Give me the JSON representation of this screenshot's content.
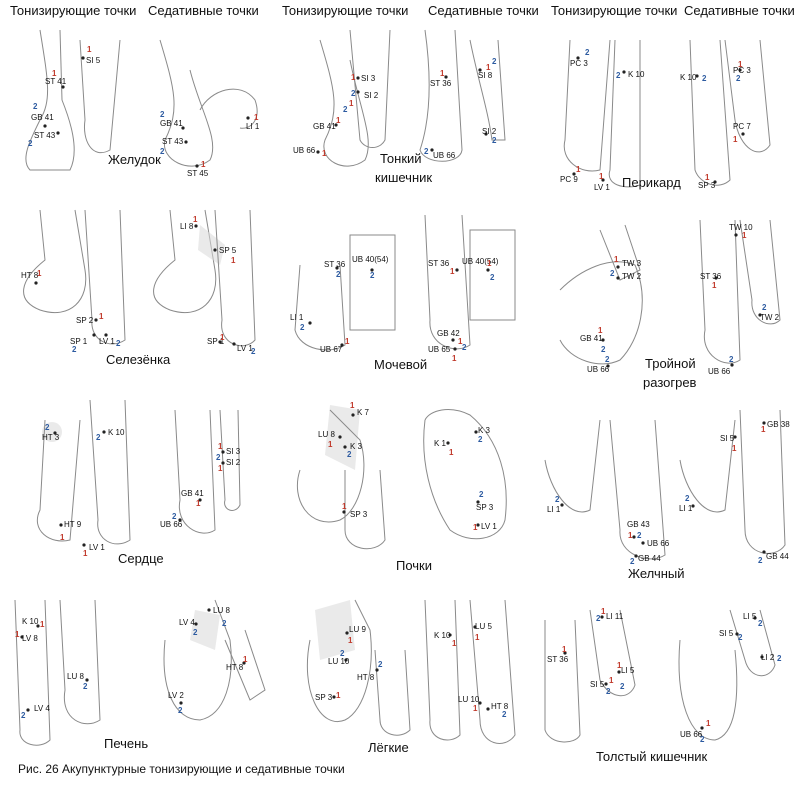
{
  "headers": {
    "tonifying": "Тонизирующие точки",
    "sedative": "Седативные точки"
  },
  "caption": "Рис. 26 Акупунктурные тонизирующие и седативные точки",
  "organs": {
    "stomach": "Желудок",
    "small_intestine_1": "Тонкий",
    "small_intestine_2": "кишечник",
    "pericardium": "Перикард",
    "spleen": "Селезёнка",
    "bladder": "Мочевой",
    "triple_heater_1": "Тройной",
    "triple_heater_2": "разогрев",
    "heart": "Сердце",
    "kidneys": "Почки",
    "gallbladder": "Желчный",
    "liver": "Печень",
    "lungs": "Лёгкие",
    "large_intestine": "Толстый кишечник"
  },
  "numbers": {
    "one": "1",
    "two": "2"
  },
  "points": {
    "st41": "ST 41",
    "si5": "SI 5",
    "gb41": "GB 41",
    "st43": "ST 43",
    "li1": "LI 1",
    "st45": "ST 45",
    "si3": "SI 3",
    "si2": "SI 2",
    "st36": "ST 36",
    "si8": "SI 8",
    "ub66": "UB 66",
    "pc3": "PC 3",
    "k10": "K 10",
    "pc9": "PC 9",
    "lv1": "LV 1",
    "pc7": "PC 7",
    "sp3": "SP 3",
    "ht8": "HT 8",
    "li8": "LI 8",
    "sp5": "SP 5",
    "sp2": "SP 2",
    "sp1": "SP 1",
    "ub40": "UB 40(54)",
    "ub67": "UB 67",
    "gb42": "GB 42",
    "ub65": "UB 65",
    "tw10": "TW 10",
    "tw3": "TW 3",
    "tw2": "TW 2",
    "ht3": "HT 3",
    "ht9": "HT 9",
    "k7": "K 7",
    "lu8": "LU 8",
    "k3": "K 3",
    "k1": "K 1",
    "gb38": "GB 38",
    "gb43": "GB 43",
    "gb44": "GB 44",
    "lv8": "LV 8",
    "lv4": "LV 4",
    "lv2": "LV 2",
    "lu9": "LU 9",
    "lu10": "LU 10",
    "lu5": "LU 5",
    "li11": "LI 11",
    "li5": "LI 5",
    "li2": "LI 2"
  }
}
